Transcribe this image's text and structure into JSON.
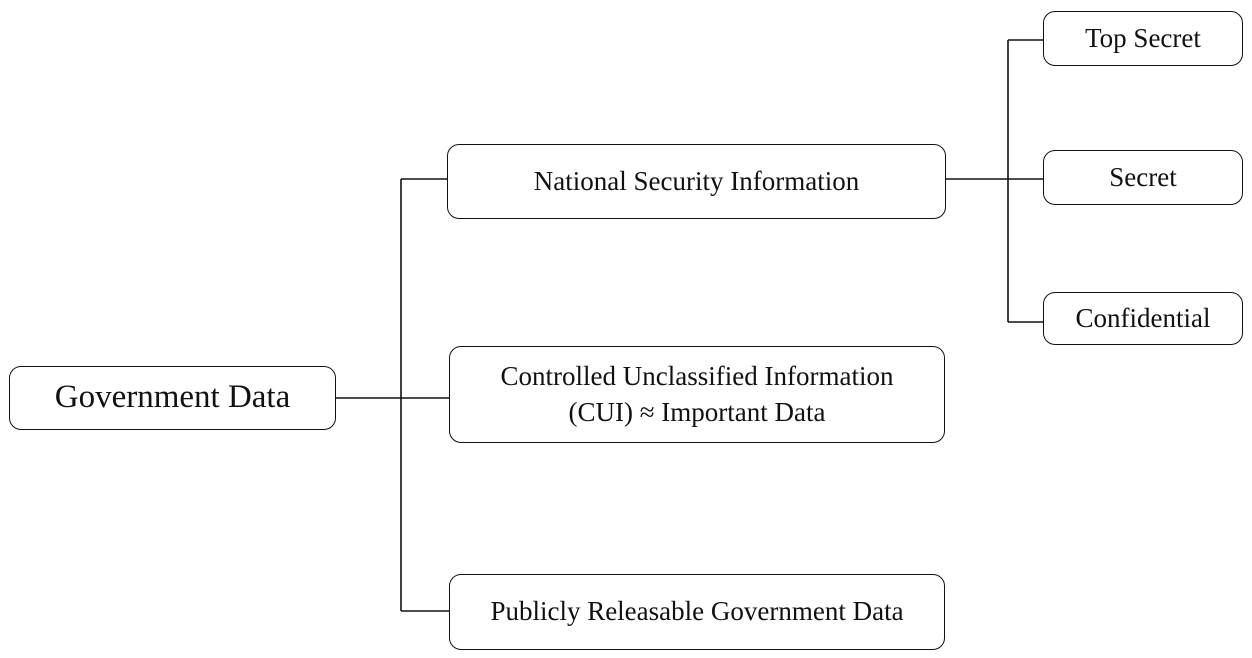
{
  "diagram": {
    "root": {
      "label": "Government Data"
    },
    "national_security": {
      "label": "National Security Information"
    },
    "cui": {
      "line1": "Controlled Unclassified Information",
      "line2": "(CUI) ≈ Important Data"
    },
    "public": {
      "label": "Publicly Releasable Government Data"
    },
    "levels": {
      "top_secret": "Top Secret",
      "secret": "Secret",
      "confidential": "Confidential"
    }
  },
  "colors": {
    "line": "#111111",
    "box_border": "#111111",
    "background": "#ffffff",
    "text": "#111111"
  }
}
